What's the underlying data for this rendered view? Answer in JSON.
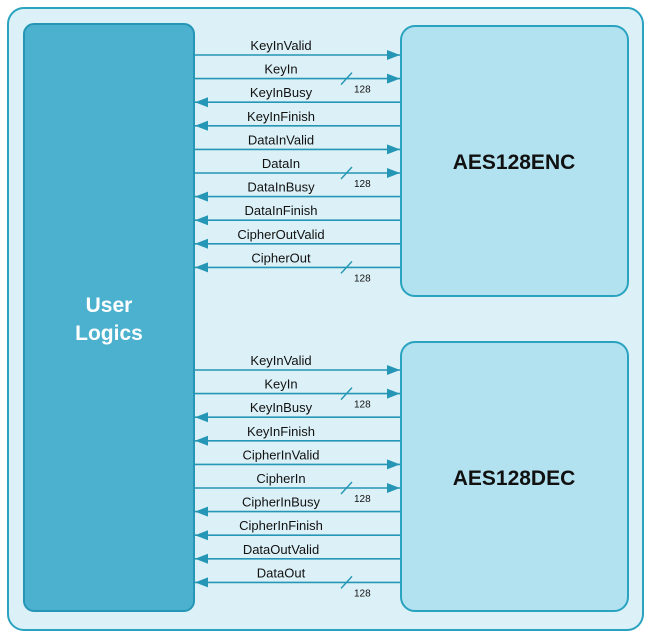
{
  "colors": {
    "background": "#dcf1f7",
    "user_box": "#4cb1cf",
    "aes_box": "#b2e1ef",
    "line": "#2596b5"
  },
  "user_block": {
    "line1": "User",
    "line2": "Logics"
  },
  "encoder": {
    "title": "AES128ENC",
    "signals": [
      {
        "name": "KeyInValid",
        "dir": "right",
        "width": ""
      },
      {
        "name": "KeyIn",
        "dir": "right",
        "width": "128"
      },
      {
        "name": "KeyInBusy",
        "dir": "left",
        "width": ""
      },
      {
        "name": "KeyInFinish",
        "dir": "left",
        "width": ""
      },
      {
        "name": "DataInValid",
        "dir": "right",
        "width": ""
      },
      {
        "name": "DataIn",
        "dir": "right",
        "width": "128"
      },
      {
        "name": "DataInBusy",
        "dir": "left",
        "width": ""
      },
      {
        "name": "DataInFinish",
        "dir": "left",
        "width": ""
      },
      {
        "name": "CipherOutValid",
        "dir": "left",
        "width": ""
      },
      {
        "name": "CipherOut",
        "dir": "left",
        "width": "128"
      }
    ]
  },
  "decoder": {
    "title": "AES128DEC",
    "signals": [
      {
        "name": "KeyInValid",
        "dir": "right",
        "width": ""
      },
      {
        "name": "KeyIn",
        "dir": "right",
        "width": "128"
      },
      {
        "name": "KeyInBusy",
        "dir": "left",
        "width": ""
      },
      {
        "name": "KeyInFinish",
        "dir": "left",
        "width": ""
      },
      {
        "name": "CipherInValid",
        "dir": "right",
        "width": ""
      },
      {
        "name": "CipherIn",
        "dir": "right",
        "width": "128"
      },
      {
        "name": "CipherInBusy",
        "dir": "left",
        "width": ""
      },
      {
        "name": "CipherInFinish",
        "dir": "left",
        "width": ""
      },
      {
        "name": "DataOutValid",
        "dir": "left",
        "width": ""
      },
      {
        "name": "DataOut",
        "dir": "left",
        "width": "128"
      }
    ]
  }
}
